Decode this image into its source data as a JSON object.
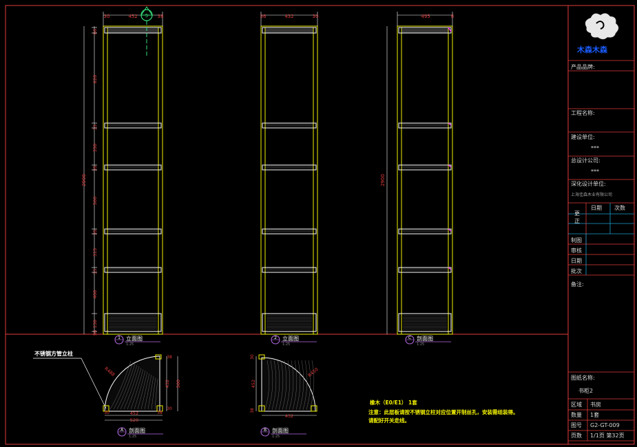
{
  "dims": {
    "v1_top": [
      "30",
      "452",
      "38"
    ],
    "v2_top": [
      "36",
      "432",
      "30"
    ],
    "v3_top": [
      "495",
      "8"
    ],
    "side": [
      "60",
      "820",
      "35",
      "350",
      "35",
      "560",
      "35",
      "315",
      "35",
      "400",
      "130",
      "50"
    ],
    "total": "2900",
    "total_c": "2900",
    "planA": {
      "w1": "452",
      "w2": "520",
      "h1": "432",
      "h2": "500",
      "t1": "38",
      "t2": "30",
      "r": "R488"
    },
    "planB": {
      "w": "432",
      "h": "452",
      "t1": "38",
      "t2": "30",
      "r": "R450"
    }
  },
  "labels": {
    "view1": {
      "num": "1",
      "title": "立面图",
      "scale": "1:25"
    },
    "view2": {
      "num": "2",
      "title": "立面图",
      "scale": "1:25"
    },
    "viewC": {
      "num": "C",
      "title": "剖面图",
      "scale": "1:25"
    },
    "viewA": {
      "num": "A",
      "title": "剖面图",
      "scale": "1:25"
    },
    "viewB": {
      "num": "B",
      "title": "剖面图",
      "scale": "1:25"
    },
    "callout": "不锈钢方管立柱",
    "notes": [
      "橡木（E0/E1）  1套",
      "注意：此层板请按不锈钢立柱对应位置开制丝孔，安装需组装得。",
      "请配好开关走线。"
    ]
  },
  "titleblock": {
    "logo_text": "木森木森",
    "product_label": "产品品牌:",
    "project_label": "工程名称:",
    "builder_label": "建设单位:",
    "builder_value": "***",
    "designer_label": "总设计公司:",
    "designer_value": "***",
    "deepen_label": "深化设计单位:",
    "deepen_value": "上海佳森木业有限公司",
    "rev_label": "更正",
    "rev_date": "日期",
    "rev_count": "次数",
    "draw_label": "制图",
    "review_label": "审核",
    "date_label": "日期",
    "approve_label": "批次",
    "remark_label": "备注:",
    "drawing_name_label": "图纸名称:",
    "drawing_name_value": "书柜2",
    "area_label": "区域",
    "area_value": "书房",
    "qty_label": "数量",
    "qty_value": "1套",
    "no_label": "图号",
    "no_value": "G2-GT-009",
    "page_label": "页数",
    "page_value": "1/1页 第32页"
  },
  "colors": {
    "red": "#e23b3b",
    "yellow": "#f2f200",
    "purple": "#b66ce6",
    "magenta": "#ff33ff",
    "green": "#35e07a",
    "blue": "#1a5cff",
    "white": "#ffffff"
  }
}
